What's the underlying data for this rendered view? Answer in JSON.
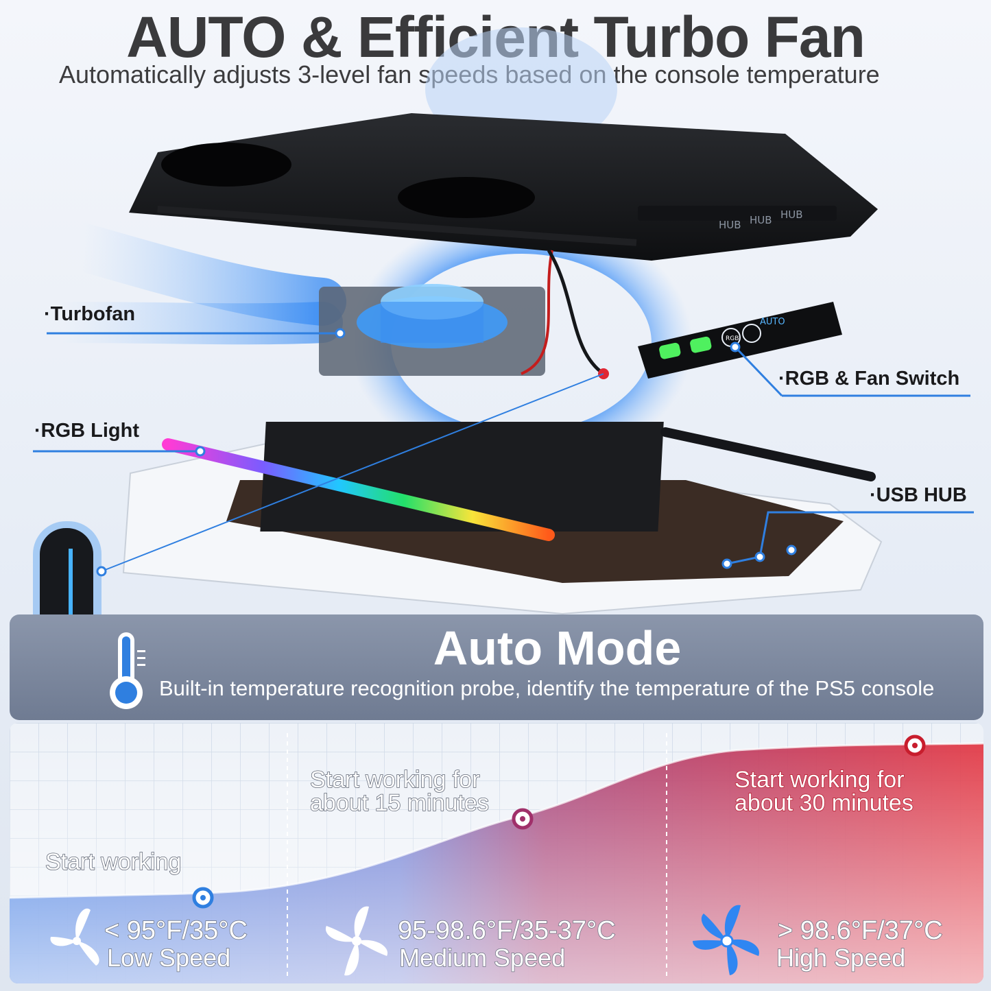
{
  "header": {
    "title": "AUTO & Efficient Turbo Fan",
    "subtitle": "Automatically adjusts 3-level fan speeds based on the console temperature"
  },
  "callouts": {
    "turbofan": "·Turbofan",
    "rgb_fan_switch": "·RGB & Fan Switch",
    "rgb_light": "·RGB Light",
    "usb_hub": "·USB HUB"
  },
  "product": {
    "hub_labels": [
      "HUB",
      "HUB",
      "HUB"
    ],
    "switch_auto_label": "AUTO",
    "switch_rgb_label": "RGB"
  },
  "auto_mode": {
    "title": "Auto Mode",
    "description": "Built-in temperature recognition probe,  identify the temperature of the PS5 console"
  },
  "stages": [
    {
      "annotation": "Start working",
      "temperature": "< 95°F/35°C",
      "speed": "Low Speed"
    },
    {
      "annotation_line1": "Start working for",
      "annotation_line2": "about 15 minutes",
      "temperature": "95-98.6°F/35-37°C",
      "speed": "Medium Speed"
    },
    {
      "annotation_line1": "Start working for",
      "annotation_line2": "about 30 minutes",
      "temperature": "> 98.6°F/37°C",
      "speed": "High Speed"
    }
  ],
  "colors": {
    "accent_blue": "#2f7fe0",
    "low_blue": "#2f6fe0",
    "mid_purple": "#a0306a",
    "high_red": "#e02633",
    "banner": "#7b869c"
  },
  "icons": [
    "thermometer-icon",
    "fan-icon",
    "controller-icon"
  ]
}
